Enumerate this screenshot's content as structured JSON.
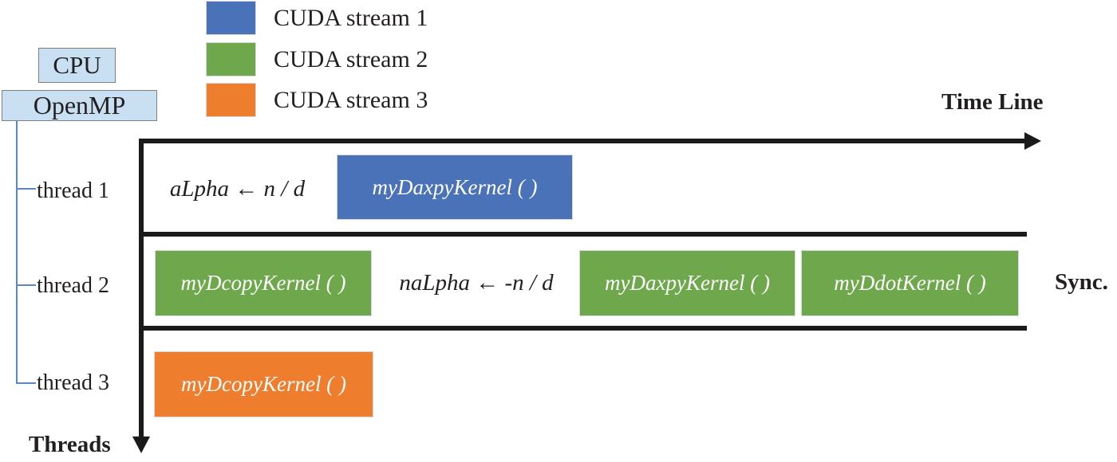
{
  "header": {
    "cpu": "CPU",
    "openmp": "OpenMP"
  },
  "legend": {
    "items": [
      {
        "label": "CUDA stream 1",
        "color": "#4a72b8"
      },
      {
        "label": "CUDA stream 2",
        "color": "#6fa84c"
      },
      {
        "label": "CUDA stream 3",
        "color": "#ee7d2d"
      }
    ]
  },
  "axis": {
    "timeline": "Time Line",
    "threads": "Threads",
    "sync": "Sync."
  },
  "threads": [
    {
      "label": "thread 1",
      "code": "aLpha ← n / d",
      "kernels": [
        {
          "name": "myDaxpyKernel ( )",
          "stream": "CUDA stream 1"
        }
      ]
    },
    {
      "label": "thread 2",
      "code": "naLpha ← -n / d",
      "kernels": [
        {
          "name": "myDcopyKernel ( )",
          "stream": "CUDA stream 2"
        },
        {
          "name": "myDaxpyKernel ( )",
          "stream": "CUDA stream 2"
        },
        {
          "name": "myDdotKernel ( )",
          "stream": "CUDA stream 2"
        }
      ]
    },
    {
      "label": "thread 3",
      "code": "",
      "kernels": [
        {
          "name": "myDcopyKernel ( )",
          "stream": "CUDA stream 3"
        }
      ]
    }
  ],
  "colors": {
    "stream1_blue": "#4a72b8",
    "stream2_green": "#6fa84c",
    "stream3_orange": "#ee7d2d",
    "cpu_chip_fill": "#c9e0f3",
    "axis_black": "#1a1a1a",
    "connector_blue": "#5b87c5"
  }
}
